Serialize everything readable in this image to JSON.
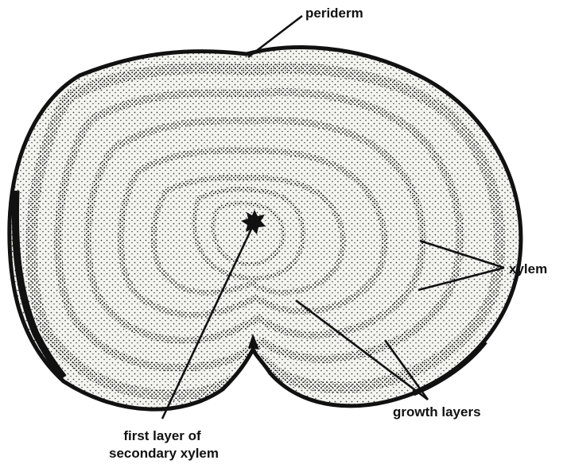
{
  "labels": {
    "periderm": "periderm",
    "xylem": "xylem",
    "growth_layers": "growth layers",
    "first_layer_line1": "first layer of",
    "first_layer_line2": "secondary xylem"
  },
  "colors": {
    "ink": "#111111",
    "background": "#ffffff",
    "wood": "#f4f4f0"
  }
}
